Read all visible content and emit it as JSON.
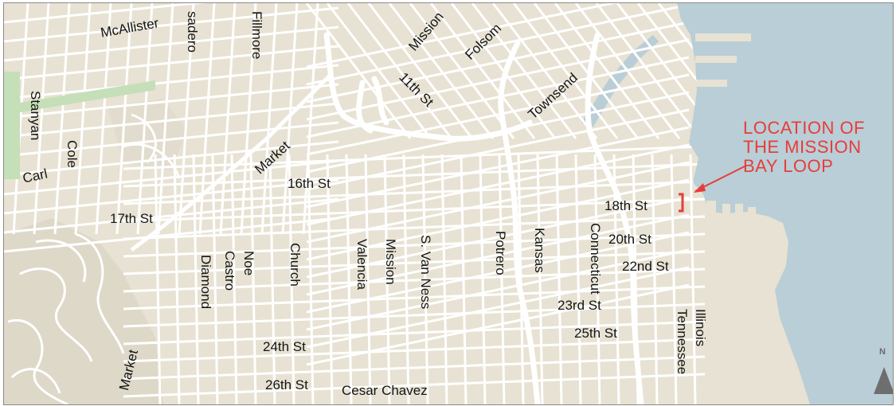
{
  "map": {
    "colors": {
      "land": "#e7e2d3",
      "street": "#ffffff",
      "water": "#b9ced7",
      "park": "#c5dfb8",
      "hill": "#d9d4c4",
      "label": "#141414",
      "callout": "#e63d3a"
    },
    "street_labels": {
      "mcallister": "McAllister",
      "divisadero": "sadero",
      "fillmore": "Fillmore",
      "mission_n": "Mission",
      "folsom": "Folsom",
      "eleventh": "11th St",
      "townsend": "Townsend",
      "stanyan": "Stanyan",
      "cole": "Cole",
      "carl": "Carl",
      "market_n": "Market",
      "sixteenth": "16th St",
      "seventeenth": "17th St",
      "eighteenth": "18th St",
      "twentieth": "20th St",
      "twentysecond": "22nd St",
      "twentythird": "23rd St",
      "twentyfourth": "24th St",
      "twentyfifth": "25th St",
      "twentysixth": "26th St",
      "cesar_chavez": "Cesar Chavez",
      "diamond": "Diamond",
      "castro": "Castro",
      "noe": "Noe",
      "church": "Church",
      "valencia": "Valencia",
      "mission_s": "Mission",
      "svanness": "S. Van Ness",
      "potrero": "Potrero",
      "kansas": "Kansas",
      "connecticut": "Connecticut",
      "illinois": "Illinois",
      "tennessee": "Tennessee",
      "market_s": "Market"
    },
    "callout": {
      "line1": "LOCATION OF",
      "line2": "THE MISSION",
      "line3": "BAY LOOP"
    },
    "compass": {
      "label": "N",
      "icon": "north-arrow-icon"
    }
  }
}
